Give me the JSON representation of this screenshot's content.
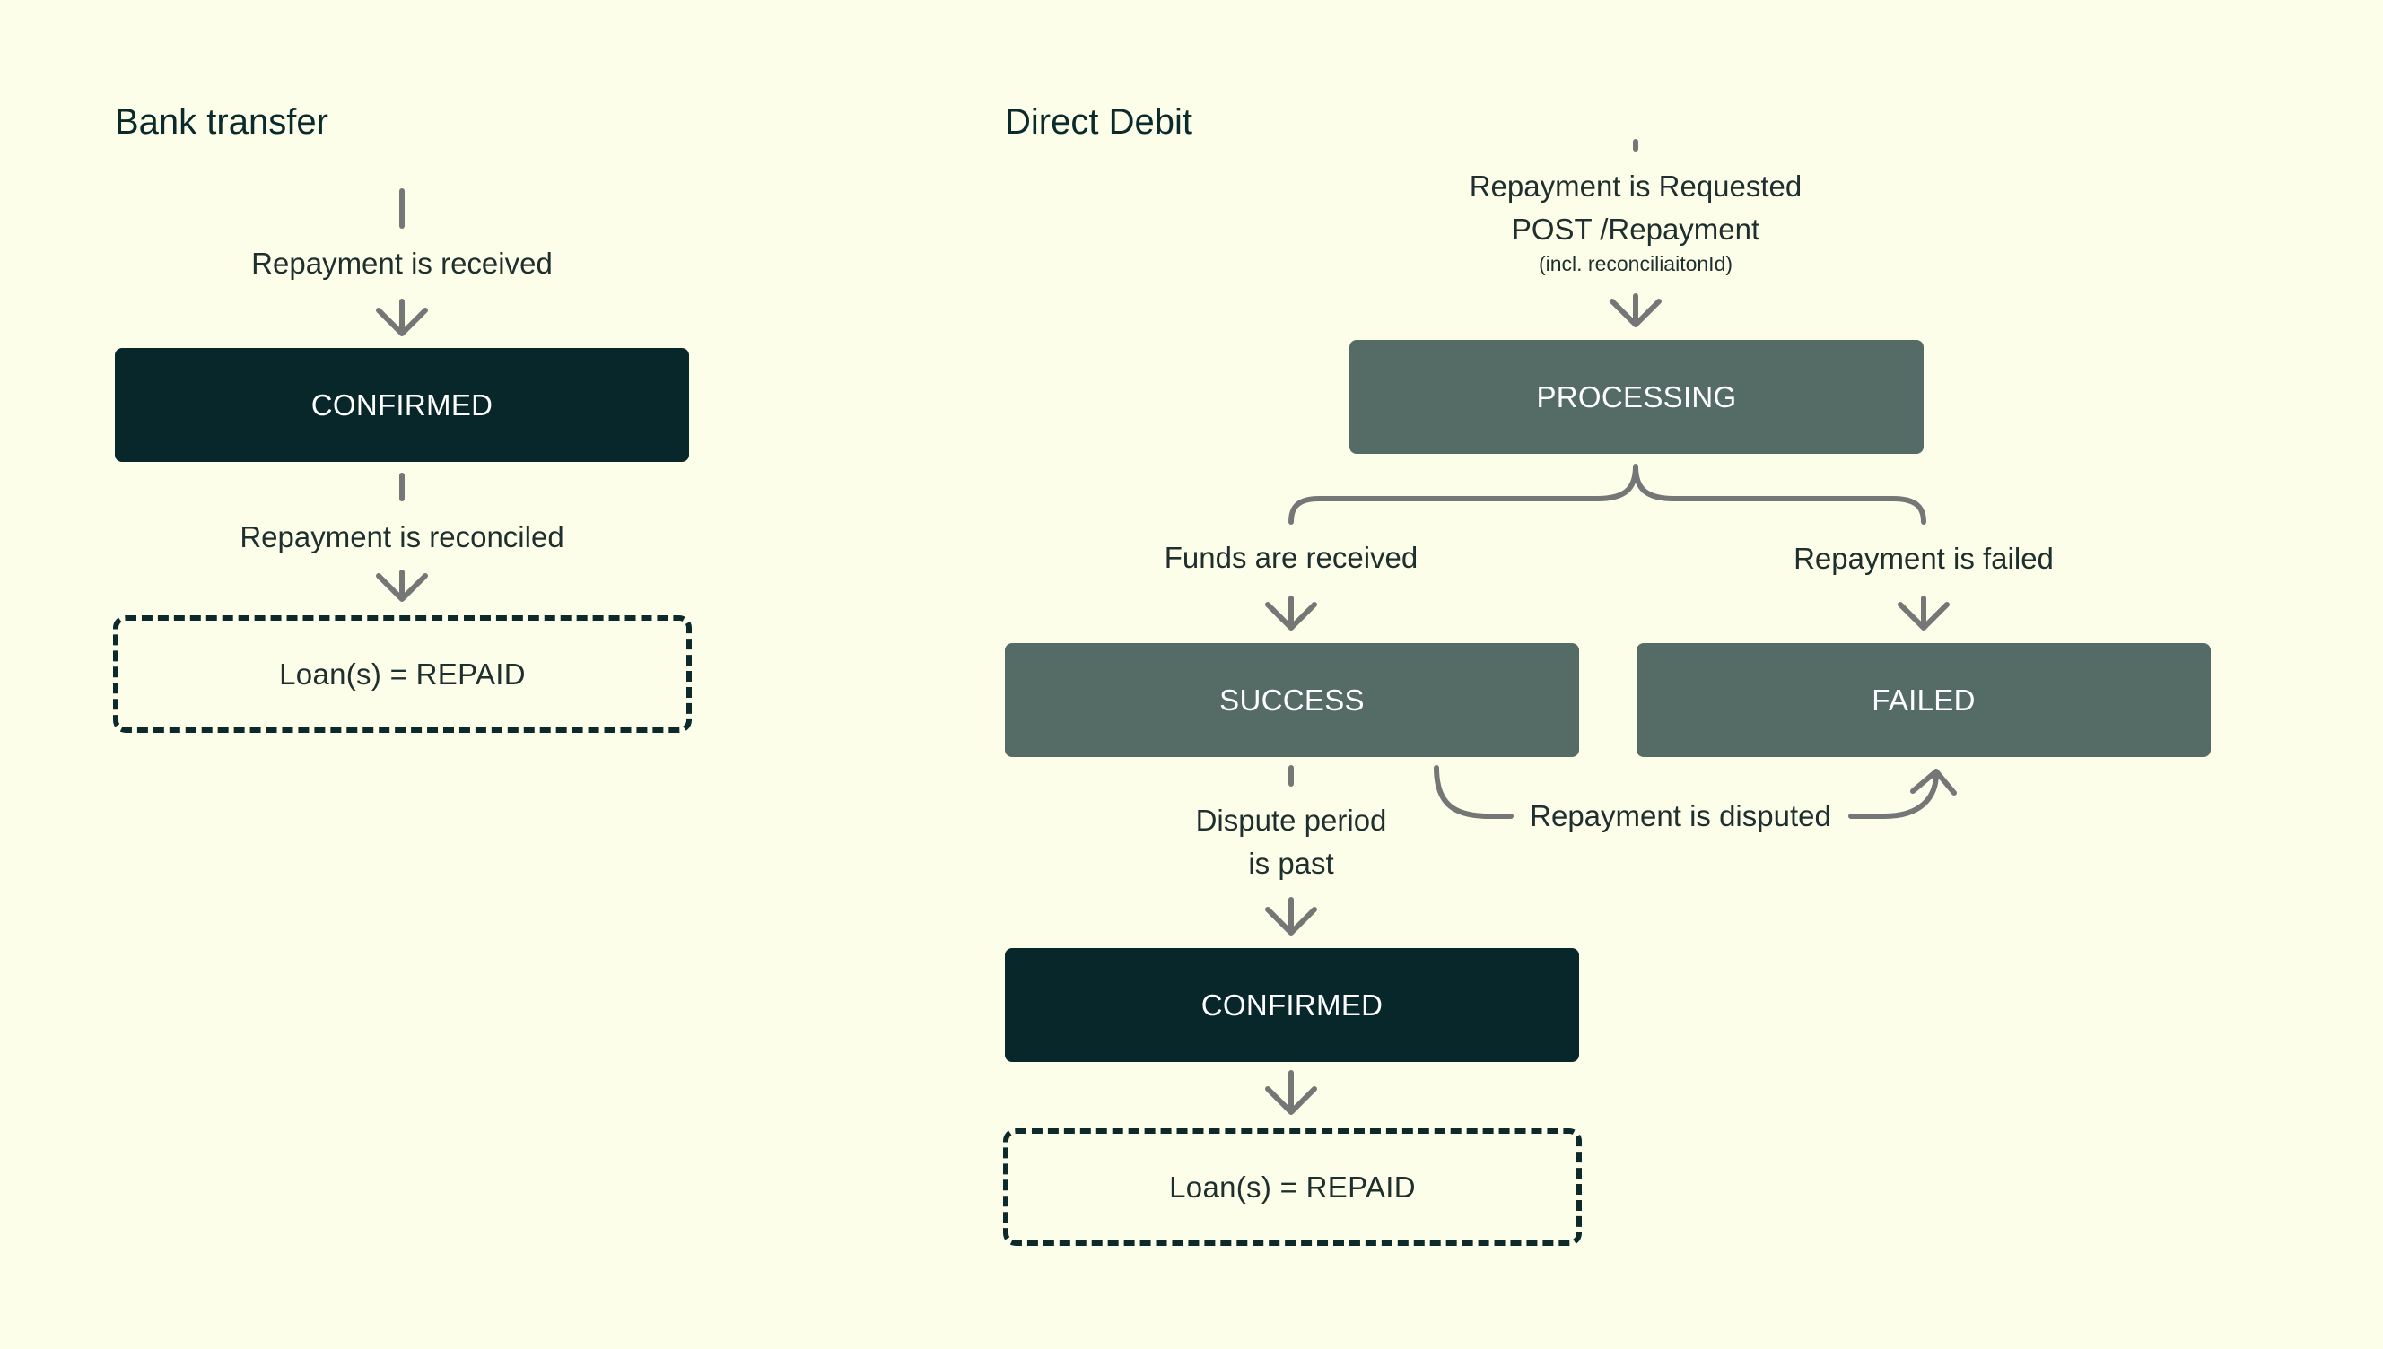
{
  "bank_transfer": {
    "title": "Bank transfer",
    "label_received": "Repayment is received",
    "status_confirmed": "CONFIRMED",
    "label_reconciled": "Repayment is reconciled",
    "result": "Loan(s) = REPAID"
  },
  "direct_debit": {
    "title": "Direct Debit",
    "request_line1": "Repayment is Requested",
    "request_line2": "POST /Repayment",
    "request_note": "(incl. reconciliaitonId)",
    "status_processing": "PROCESSING",
    "label_funds_received": "Funds are received",
    "label_failed": "Repayment is failed",
    "status_success": "SUCCESS",
    "status_failed": "FAILED",
    "label_dispute_line1": "Dispute period",
    "label_dispute_line2": "is past",
    "label_disputed": "Repayment is disputed",
    "status_confirmed": "CONFIRMED",
    "result": "Loan(s) = REPAID"
  },
  "colors": {
    "background": "#fdfeea",
    "dark_box": "#08272a",
    "grey_box": "#546b66",
    "connector": "#747776"
  }
}
